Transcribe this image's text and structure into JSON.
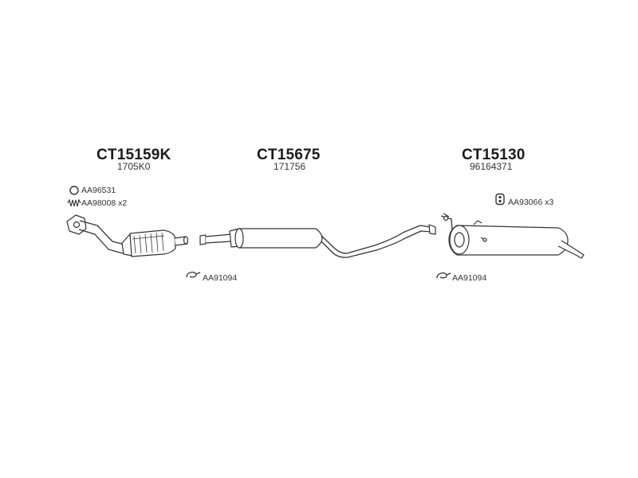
{
  "assemblies": [
    {
      "code": "CT15159K",
      "oem": "1705K0"
    },
    {
      "code": "CT15675",
      "oem": "171756"
    },
    {
      "code": "CT15130",
      "oem": "96164371"
    }
  ],
  "parts": {
    "ring_gasket": "AA96531",
    "spring_set": "AA98008 x2",
    "clamp_front": "AA91094",
    "rubber_mount": "AA93066 x3",
    "clamp_rear": "AA91094"
  }
}
